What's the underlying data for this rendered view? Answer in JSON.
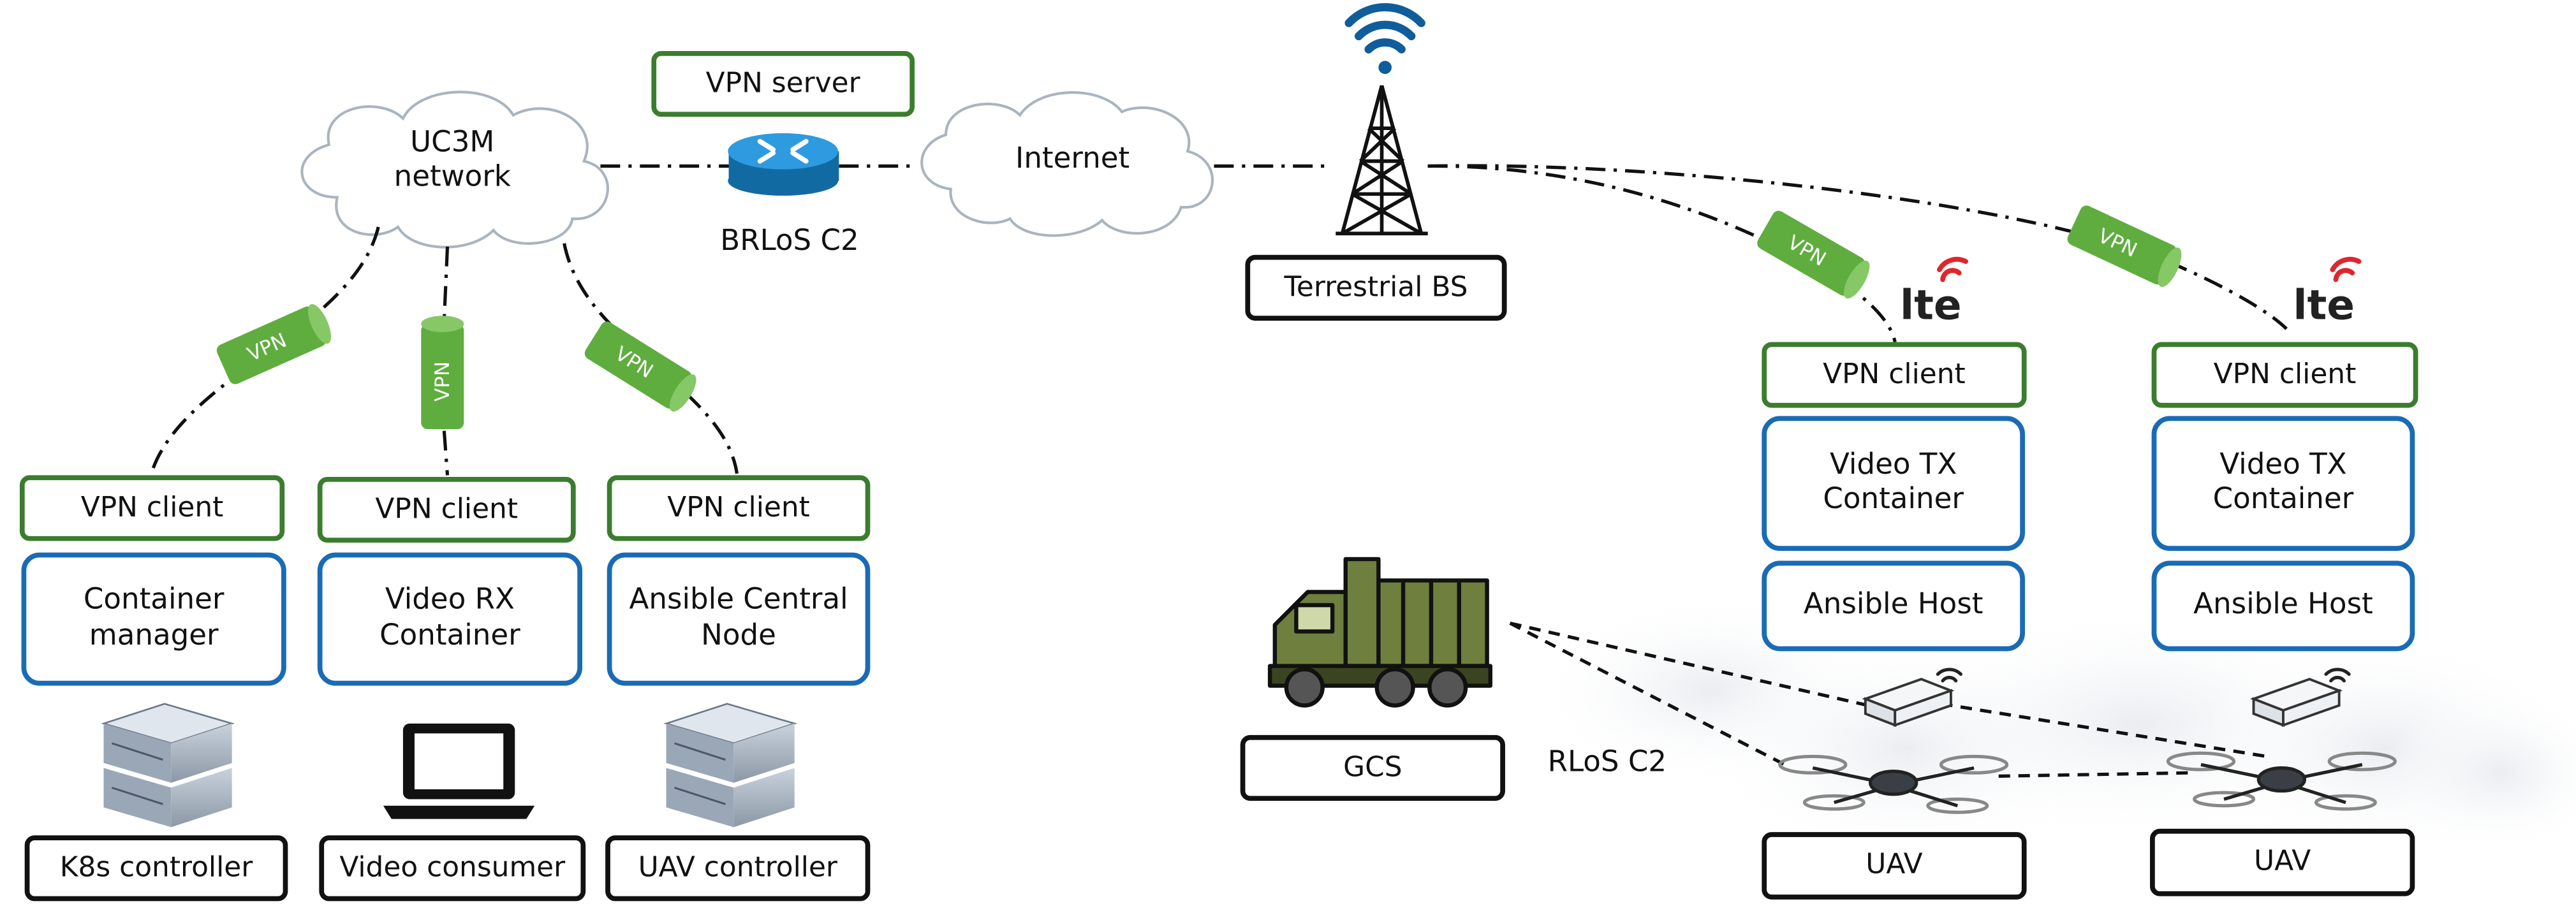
{
  "vpn_server": "VPN server",
  "clouds": {
    "uc3m": "UC3M\nnetwork",
    "internet": "Internet"
  },
  "brlos": "BRLoS C2",
  "terrestrial": "Terrestrial BS",
  "rlos": "RLoS C2",
  "tube_label": "VPN",
  "lte_label": "lte",
  "left_nodes": [
    {
      "client": "VPN client",
      "container": "Container\nmanager",
      "device": "K8s controller"
    },
    {
      "client": "VPN client",
      "container": "Video RX\nContainer",
      "device": "Video consumer"
    },
    {
      "client": "VPN client",
      "container": "Ansible Central\nNode",
      "device": "UAV controller"
    }
  ],
  "right_nodes": [
    {
      "client": "VPN client",
      "container": "Video TX\nContainer",
      "host": "Ansible Host",
      "device": "UAV"
    },
    {
      "client": "VPN client",
      "container": "Video TX\nContainer",
      "host": "Ansible Host",
      "device": "UAV"
    }
  ],
  "gcs": "GCS",
  "colors": {
    "green_border": "#3a7d2e",
    "blue_border": "#1a6bb5",
    "vpn_tube": "#5fad3e",
    "router": "#1e8fd6",
    "lte_red": "#e0262d"
  }
}
